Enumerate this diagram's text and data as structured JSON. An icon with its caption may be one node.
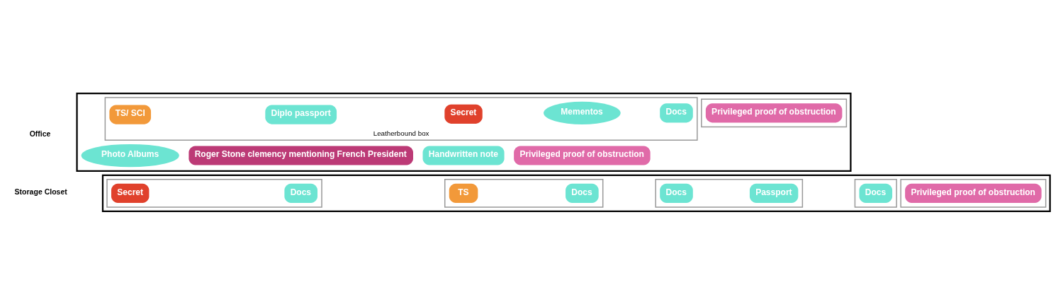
{
  "diagram": {
    "nodes": [
      {
        "text": [],
        "shape": "box"
      },
      {
        "text": [
          "Leatherbound box"
        ],
        "in": 0
      },
      {
        "text": [
          "TS/ SCI"
        ],
        "in": 1
      },
      {
        "text": [
          "Diplo passport"
        ],
        "in": 1
      },
      {
        "text": [
          "Secret"
        ],
        "in": 1
      },
      {
        "text": [
          "Mementos"
        ],
        "in": 1
      },
      {
        "text": [
          "Docs"
        ],
        "in": 1
      },
      {
        "text": [],
        "shape": "box",
        "in": 0
      },
      {
        "text": [
          "Privileged proof of obstruction"
        ],
        "in": 7
      },
      {
        "text": [
          "Photo Albums"
        ],
        "in": 0
      },
      {
        "text": [
          "Roger Stone clemency mentioning French President"
        ],
        "in": 0
      },
      {
        "text": [
          "Handwritten note"
        ],
        "in": 0
      },
      {
        "text": [
          "Privileged proof of obstruction"
        ],
        "in": 0
      },
      {
        "text": [],
        "shape": "box"
      },
      {
        "text": [],
        "shape": "box",
        "in": 13
      },
      {
        "text": [
          "Secret"
        ],
        "in": 14
      },
      {
        "text": [
          "Docs"
        ],
        "in": 14
      },
      {
        "text": [],
        "shape": "box",
        "in": 13
      },
      {
        "text": [
          "TS"
        ],
        "in": 17
      },
      {
        "text": [
          "Docs"
        ],
        "in": 17
      },
      {
        "text": [],
        "shape": "box",
        "in": 13
      },
      {
        "text": [
          "Docs"
        ],
        "in": 20
      },
      {
        "text": [
          "Passport"
        ],
        "in": 20
      },
      {
        "text": [],
        "shape": "box",
        "in": 13
      },
      {
        "text": [
          "Docs"
        ],
        "in": 23
      },
      {
        "text": [],
        "shape": "box",
        "in": 13
      },
      {
        "text": [
          "Privileged proof of obstruction"
        ],
        "in": 25
      }
    ],
    "edges": [],
    "labels": [
      "Office",
      "Storage Closet"
    ]
  }
}
